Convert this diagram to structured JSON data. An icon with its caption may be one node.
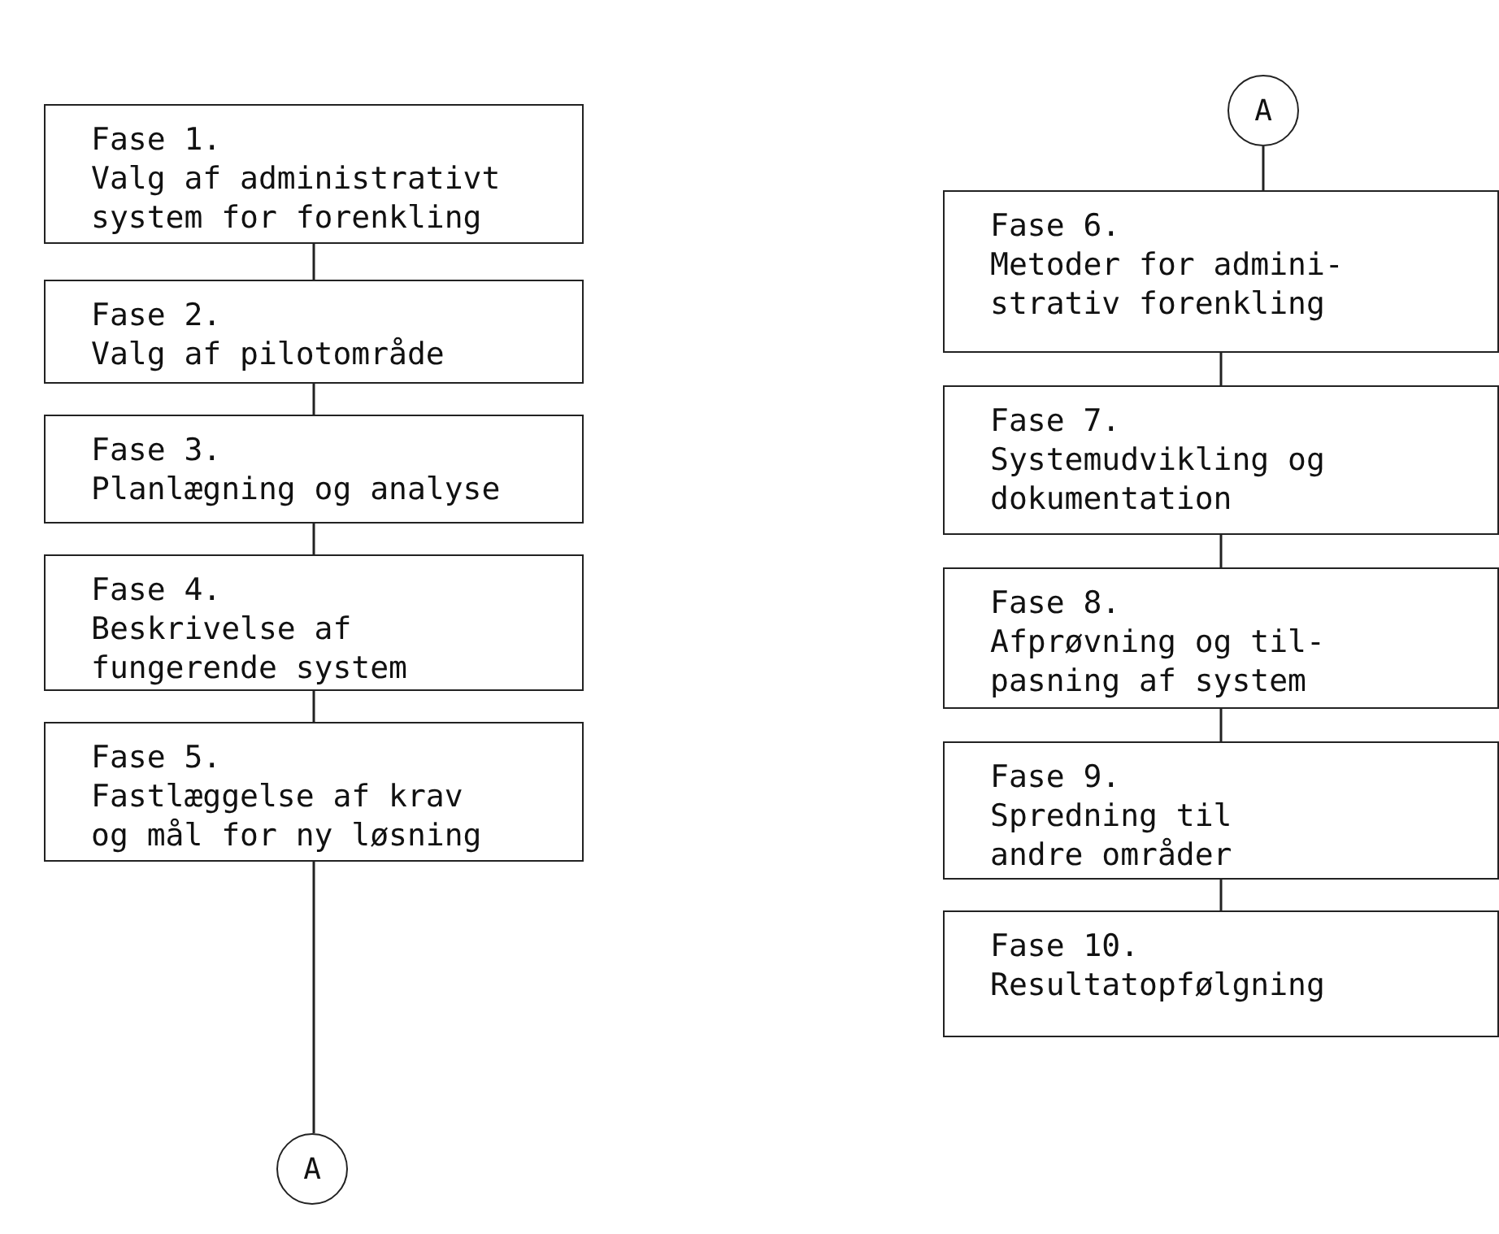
{
  "diagram": {
    "nodes": [
      {
        "text": [
          "Fase 1.",
          "Valg af administrativt system for forenkling"
        ]
      },
      {
        "text": [
          "Fase 2.",
          "Valg af pilotområde"
        ]
      },
      {
        "text": [
          "Fase 3.",
          "Planlægning og analyse"
        ]
      },
      {
        "text": [
          "Fase 4.",
          "Beskrivelse af fungerende system"
        ]
      },
      {
        "text": [
          "Fase 5.",
          "Fastlæggelse af krav og mål for ny løsning"
        ]
      },
      {
        "text": [
          "A"
        ]
      },
      {
        "text": [
          "A"
        ]
      },
      {
        "text": [
          "Fase 6.",
          "Metoder for admini- strativ forenkling"
        ]
      },
      {
        "text": [
          "Fase 7.",
          "Systemudvikling og dokumentation"
        ]
      },
      {
        "text": [
          "Fase 8.",
          "Afprøvning og til- pasning af system"
        ]
      },
      {
        "text": [
          "Fase 9.",
          "Spredning til andre områder"
        ]
      },
      {
        "text": [
          "Fase 10.",
          "Resultatopfølgning"
        ]
      }
    ],
    "edges": [
      {
        "from": 0,
        "to": 1,
        "arrow": "none"
      },
      {
        "from": 1,
        "to": 2,
        "arrow": "none"
      },
      {
        "from": 2,
        "to": 3,
        "arrow": "none"
      },
      {
        "from": 3,
        "to": 4,
        "arrow": "none"
      },
      {
        "from": 4,
        "to": 5,
        "arrow": "none"
      },
      {
        "from": 6,
        "to": 7,
        "arrow": "none"
      },
      {
        "from": 7,
        "to": 8,
        "arrow": "none"
      },
      {
        "from": 8,
        "to": 9,
        "arrow": "none"
      },
      {
        "from": 9,
        "to": 10,
        "arrow": "none"
      },
      {
        "from": 10,
        "to": 11,
        "arrow": "none"
      }
    ]
  }
}
